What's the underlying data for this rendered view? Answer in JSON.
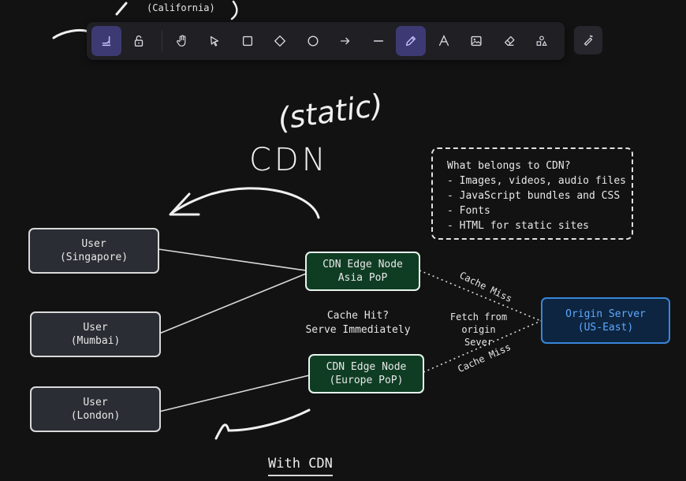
{
  "toolbar": {
    "tools": [
      {
        "name": "lock-icon"
      },
      {
        "name": "hand-icon"
      },
      {
        "name": "pointer-icon"
      },
      {
        "name": "rectangle-icon"
      },
      {
        "name": "diamond-icon"
      },
      {
        "name": "ellipse-icon"
      },
      {
        "name": "arrow-icon"
      },
      {
        "name": "line-icon"
      },
      {
        "name": "pencil-icon"
      },
      {
        "name": "text-icon"
      },
      {
        "name": "image-icon"
      },
      {
        "name": "eraser-icon"
      },
      {
        "name": "shapes-icon"
      }
    ],
    "accent_color": "#3d3a73"
  },
  "top_fragment": "(California)",
  "handwritten": {
    "static": "(static)",
    "cdn": "CDN"
  },
  "notes": {
    "title": "What belongs to CDN?",
    "items": [
      "- Images, videos, audio files",
      "- JavaScript bundles and CSS",
      "- Fonts",
      "- HTML for static sites"
    ]
  },
  "users": [
    {
      "line1": "User",
      "line2": "(Singapore)"
    },
    {
      "line1": "User",
      "line2": "(Mumbai)"
    },
    {
      "line1": "User",
      "line2": "(London)"
    }
  ],
  "edges": [
    {
      "line1": "CDN Edge Node",
      "line2": "Asia PoP"
    },
    {
      "line1": "CDN Edge Node",
      "line2": "(Europe PoP)"
    }
  ],
  "origin": {
    "line1": "Origin Server",
    "line2": "(US-East)"
  },
  "labels": {
    "cache_hit_1": "Cache Hit?",
    "cache_hit_2": "Serve Immediately",
    "fetch_1": "Fetch from",
    "fetch_2": "origin Sever",
    "cache_miss_top": "Cache Miss",
    "cache_miss_bottom": "Cache Miss"
  },
  "caption": "With CDN",
  "colors": {
    "background": "#121212",
    "edge_fill": "#0f3d24",
    "origin_stroke": "#3a86d8",
    "origin_text": "#5ea8ff"
  }
}
